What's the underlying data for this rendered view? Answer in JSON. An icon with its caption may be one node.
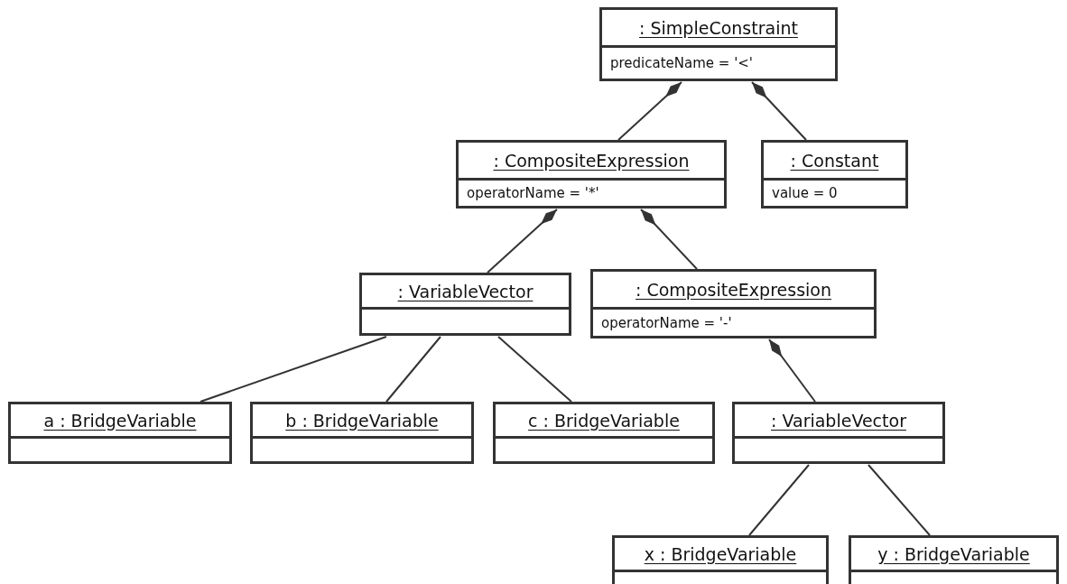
{
  "diagram": {
    "nodes": [
      {
        "text": [
          ": SimpleConstraint",
          "predicateName = '<'"
        ]
      },
      {
        "text": [
          ": CompositeExpression",
          "operatorName = '*'"
        ]
      },
      {
        "text": [
          ": Constant",
          "value = 0"
        ]
      },
      {
        "text": [
          ": VariableVector"
        ]
      },
      {
        "text": [
          ": CompositeExpression",
          "operatorName = '-'"
        ]
      },
      {
        "text": [
          "a : BridgeVariable"
        ]
      },
      {
        "text": [
          "b : BridgeVariable"
        ]
      },
      {
        "text": [
          "c : BridgeVariable"
        ]
      },
      {
        "text": [
          ": VariableVector"
        ]
      },
      {
        "text": [
          "x : BridgeVariable"
        ]
      },
      {
        "text": [
          "y : BridgeVariable"
        ]
      }
    ],
    "edges": [
      {
        "from": 0,
        "to": 1,
        "arrow": "other"
      },
      {
        "from": 0,
        "to": 2,
        "arrow": "other"
      },
      {
        "from": 1,
        "to": 3,
        "arrow": "other"
      },
      {
        "from": 1,
        "to": 4,
        "arrow": "other"
      },
      {
        "from": 3,
        "to": 5,
        "arrow": "none"
      },
      {
        "from": 3,
        "to": 6,
        "arrow": "none"
      },
      {
        "from": 3,
        "to": 7,
        "arrow": "none"
      },
      {
        "from": 4,
        "to": 8,
        "arrow": "other"
      },
      {
        "from": 8,
        "to": 9,
        "arrow": "none"
      },
      {
        "from": 8,
        "to": 10,
        "arrow": "none"
      }
    ]
  }
}
